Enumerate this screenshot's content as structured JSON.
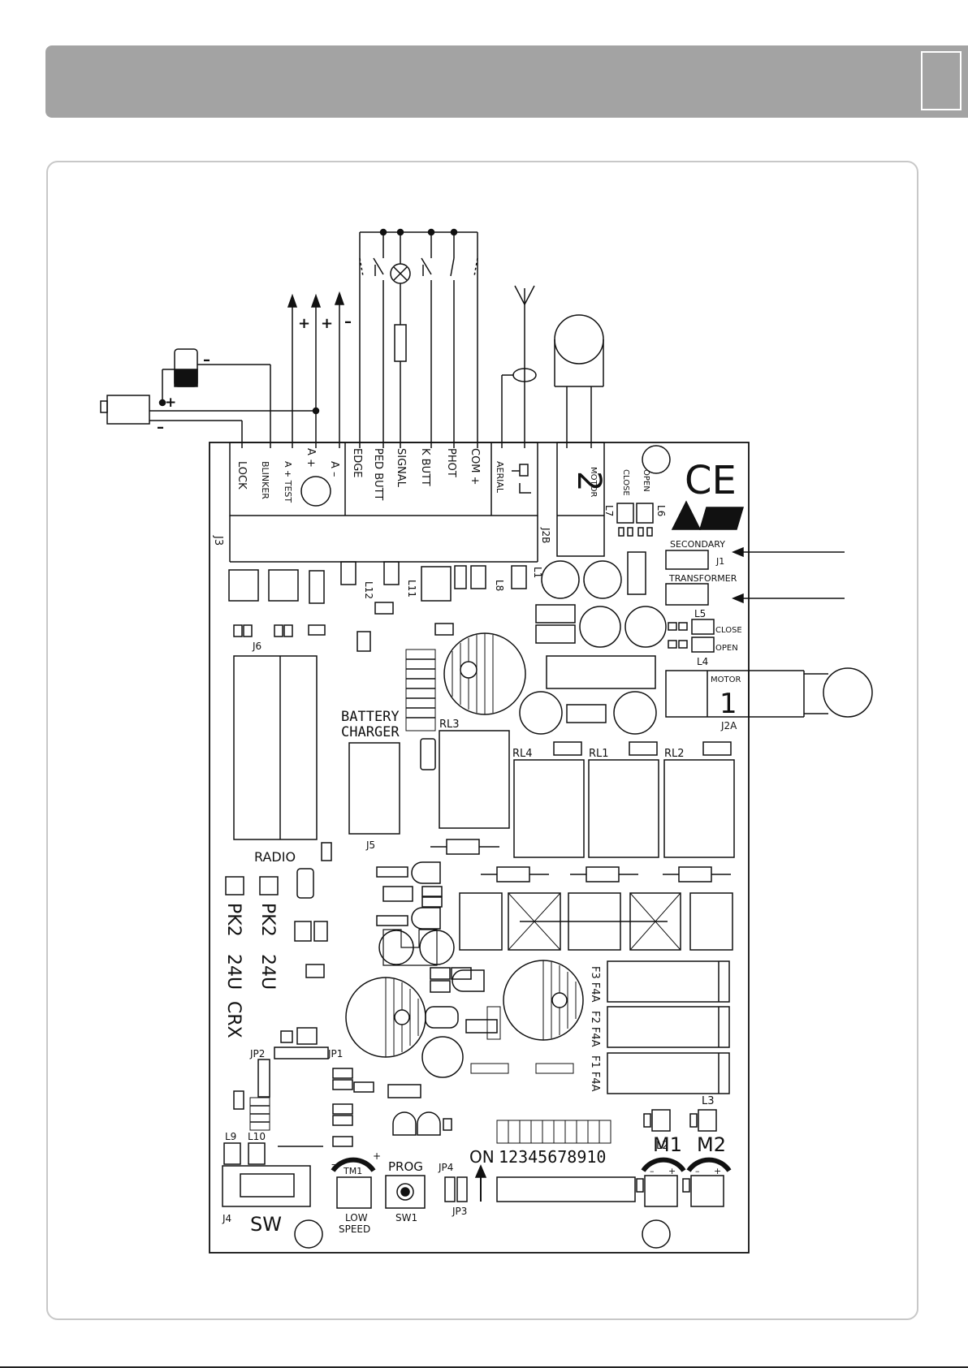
{
  "header": {
    "title": "",
    "page_number": ""
  },
  "board": {
    "connector_labels": {
      "j3": "J3",
      "j2b": "J2B",
      "j2a": "J2A",
      "j1": "J1",
      "j4": "J4",
      "j5": "J5",
      "j6": "J6",
      "jp1": "JP1",
      "jp2": "JP2",
      "jp3": "JP3",
      "jp4": "JP4"
    },
    "terminals": {
      "lock": "LOCK",
      "blinker": "BLINKER",
      "a_test": "A + TEST",
      "a_plus": "A +",
      "a_minus": "A –",
      "edge": "EDGE",
      "ped_butt": "PED BUTT",
      "signal": "SIGNAL",
      "k_butt": "K BUTT",
      "phot": "PHOT",
      "com_plus": "COM +",
      "aerial": "AERIAL"
    },
    "motor2": {
      "label": "MOTOR",
      "number": "2"
    },
    "motor1": {
      "label": "MOTOR",
      "number": "1"
    },
    "leds": {
      "close_top": "CLOSE",
      "open_top": "OPEN",
      "l7": "L7",
      "l6": "L6",
      "l5": "L5",
      "l4": "L4",
      "close_right": "CLOSE",
      "open_right": "OPEN",
      "l12": "L12",
      "l11": "L11",
      "l8": "L8",
      "l1": "L1",
      "l9": "L9",
      "l10": "L10",
      "l2": "L2",
      "l3": "L3"
    },
    "transformer": {
      "secondary": "SECONDARY",
      "transformer": "TRANSFORMER"
    },
    "relays": {
      "rl1": "RL1",
      "rl2": "RL2",
      "rl3": "RL3",
      "rl4": "RL4"
    },
    "battery_charger": {
      "line1": "BATTERY",
      "line2": "CHARGER"
    },
    "radio": "RADIO",
    "pk2_24v": {
      "line1": "PK2",
      "line2": "24U"
    },
    "pk2_24v_crx": {
      "line1": "PK2",
      "line2": "24U",
      "line3": "CRX"
    },
    "fuses": {
      "f1": "F1 F4A",
      "f2": "F2 F4A",
      "f3": "F3 F4A"
    },
    "trimmers": {
      "tm1": "TM1",
      "low": "LOW",
      "speed": "SPEED",
      "prog": "PROG",
      "sw1": "SW1",
      "m1": "M1",
      "m2": "M2",
      "minus": "–",
      "plus": "+"
    },
    "dip": {
      "on": "ON",
      "numbers": "12345678910"
    },
    "sw": "SW",
    "wire_signs": {
      "plus": "+",
      "minus": "–"
    }
  }
}
